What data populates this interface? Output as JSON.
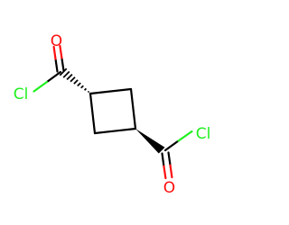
{
  "molecule": {
    "atoms": {
      "o_top": "O",
      "cl_left": "Cl",
      "cl_right": "Cl",
      "o_bottom": "O"
    }
  },
  "colors": {
    "bond": "#000000",
    "oxygen": "#ff0d0d",
    "chlorine": "#1ff01f",
    "background": "#ffffff"
  }
}
